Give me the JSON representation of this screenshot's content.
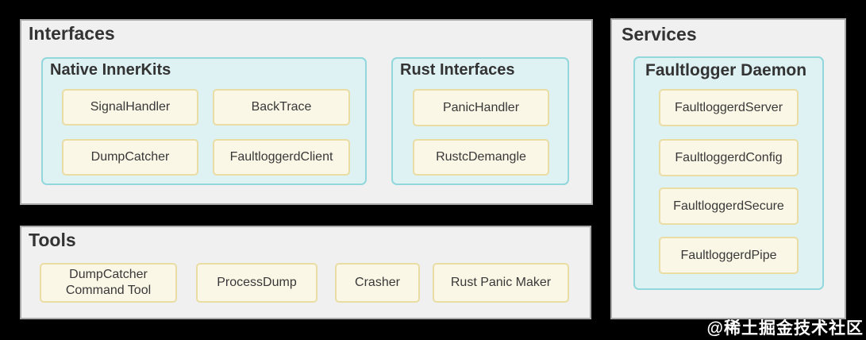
{
  "colors": {
    "background": "#000000",
    "panel_bg": "#f0f0f0",
    "panel_border": "#a9a9a9",
    "group_bg": "#def1f3",
    "group_border": "#91d7db",
    "item_bg": "#fbf7e6",
    "item_border": "#e9dda4",
    "text": "#333333",
    "watermark_text": "#ffffff"
  },
  "panels": {
    "interfaces": {
      "title": "Interfaces",
      "groups": [
        {
          "title": "Native InnerKits",
          "items": [
            "SignalHandler",
            "BackTrace",
            "DumpCatcher",
            "FaultloggerdClient"
          ]
        },
        {
          "title": "Rust Interfaces",
          "items": [
            "PanicHandler",
            "RustcDemangle"
          ]
        }
      ]
    },
    "tools": {
      "title": "Tools",
      "items": [
        "DumpCatcher Command Tool",
        "ProcessDump",
        "Crasher",
        "Rust Panic Maker"
      ]
    },
    "services": {
      "title": "Services",
      "groups": [
        {
          "title": "Faultlogger Daemon",
          "items": [
            "FaultloggerdServer",
            "FaultloggerdConfig",
            "FaultloggerdSecure",
            "FaultloggerdPipe"
          ]
        }
      ]
    }
  },
  "watermark": {
    "text": "@稀土掘金技术社区"
  }
}
